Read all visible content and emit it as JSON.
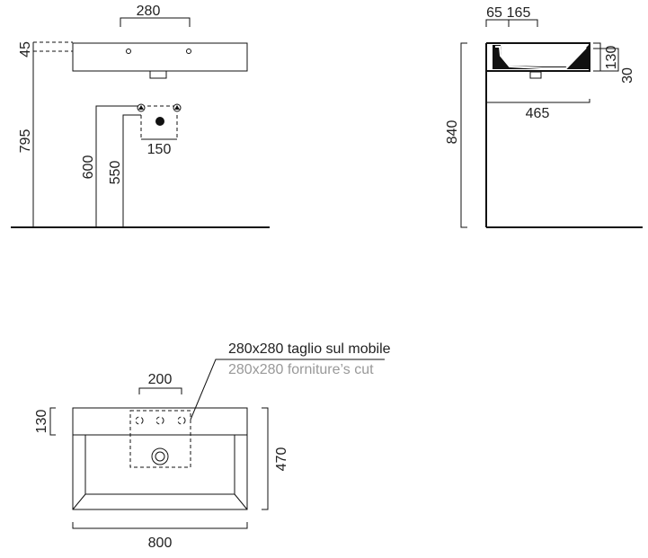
{
  "front_view": {
    "top_width": "280",
    "top_height": "45",
    "rim_height": "795",
    "hole_spacing": "150",
    "inlet_height_a": "600",
    "inlet_height_b": "550"
  },
  "side_view": {
    "dim_a": "65",
    "dim_b": "165",
    "dim_c": "130",
    "dim_d": "30",
    "depth": "465",
    "height": "840"
  },
  "plan_view": {
    "note_it": "280x280 taglio sul mobile",
    "note_en": "280x280 forniture’s cut",
    "hole_width": "200",
    "back_depth": "130",
    "total_depth": "470",
    "total_width": "800"
  },
  "colors": {
    "line": "#111111",
    "note_primary": "#222222",
    "note_secondary": "#999999"
  }
}
